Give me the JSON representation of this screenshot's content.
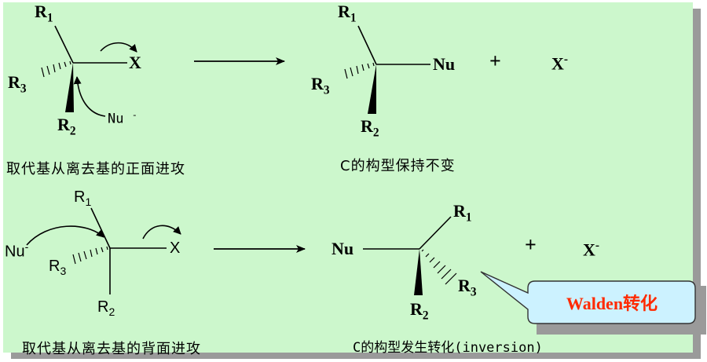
{
  "top": {
    "reactant": {
      "r1": "R",
      "r1_sub": "1",
      "r2": "R",
      "r2_sub": "2",
      "r3": "R",
      "r3_sub": "3",
      "x": "X",
      "nu": "Nu",
      "nu_charge": "-"
    },
    "product": {
      "r1": "R",
      "r1_sub": "1",
      "r2": "R",
      "r2_sub": "2",
      "r3": "R",
      "r3_sub": "3",
      "nu": "Nu",
      "plus": "+",
      "x": "X",
      "x_charge": "-"
    },
    "caption_left": "取代基从离去基的正面进攻",
    "caption_right": "C的构型保持不变"
  },
  "bottom": {
    "reactant": {
      "r1": "R",
      "r1_sub": "1",
      "r2": "R",
      "r2_sub": "2",
      "r3": "R",
      "r3_sub": "3",
      "x": "X",
      "nu": "Nu",
      "nu_charge": "-"
    },
    "product": {
      "r1": "R",
      "r1_sub": "1",
      "r2": "R",
      "r2_sub": "2",
      "r3": "R",
      "r3_sub": "3",
      "nu": "Nu",
      "plus": "+",
      "x": "X",
      "x_charge": "-"
    },
    "caption_left": "取代基从离去基的背面进攻",
    "caption_right": "C的构型发生转化(inversion)"
  },
  "callout": {
    "text": "Walden转化"
  },
  "colors": {
    "panel_bg": "#ccf7cc",
    "callout_bg": "#ccf2ff",
    "callout_text": "#ff2a00",
    "shadow": "#9a9a9a"
  }
}
